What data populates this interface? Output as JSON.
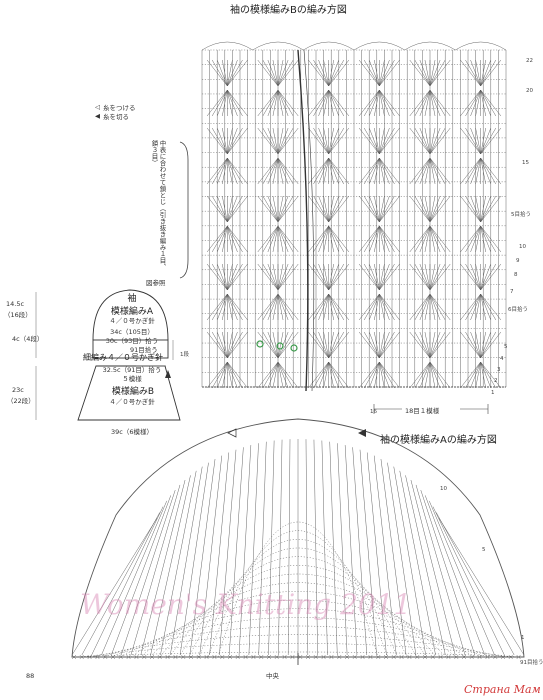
{
  "titles": {
    "sleeve_b": "袖の模様編みBの編み方図",
    "sleeve_a": "袖の模様編みAの編み方図",
    "ref_figure": "図参照"
  },
  "legend": {
    "attach": "糸をつける",
    "cut": "糸を切る"
  },
  "side_note": "中表に合わせて鎖とじ（引き抜き編み１目、鎖３目）",
  "schematic": {
    "dim_top": "14.5c",
    "dim_top_rows": "（16段）",
    "dim_mid": "4c（4段）",
    "dim_bottom": "23c",
    "dim_bottom_rows": "（22段）",
    "label_sleeve": "袖",
    "label_a": "模様編みA",
    "label_a_hook": "４／０号かぎ針",
    "width_34": "34c（105目）",
    "width_30": "30c（93目）拾う",
    "width_91": "91目拾う",
    "edge_label": "細編み４／０号かぎ針",
    "edge_rows": "1段",
    "width_325": "32.5c（91目）拾う",
    "pattern_count": "５模様",
    "label_b": "模様編みB",
    "label_b_hook": "４／０号かぎ針",
    "width_39": "39c（6模様）"
  },
  "chart_b": {
    "row_markers": [
      "22",
      "20",
      "15",
      "10",
      "9",
      "8",
      "7",
      "5",
      "4",
      "3",
      "2",
      "1"
    ],
    "notes": [
      "5目拾う",
      "6目拾う"
    ],
    "repeat_label": "18目１模様"
  },
  "chart_a": {
    "row_markers": [
      "16",
      "10",
      "5",
      "1"
    ],
    "bottom_label": "91目拾う",
    "center_label": "中央"
  },
  "footer": {
    "page_number": "88",
    "watermark": "Women's Knitting 2011",
    "brand": "Страна Мам"
  }
}
